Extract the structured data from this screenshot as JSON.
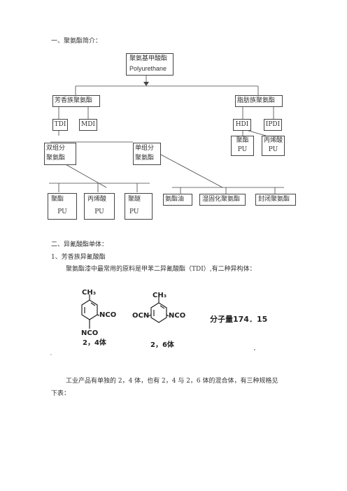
{
  "section1": {
    "heading": "一、聚氨酯简介："
  },
  "diagram": {
    "root": {
      "zh": "聚氨基甲酸酯",
      "en": "Polyurethane"
    },
    "aromatic": "芳香族聚氨酯",
    "aliphatic": "脂肪族聚氨酯",
    "tdi": "TDI",
    "mdi": "MDI",
    "hdi": "HDI",
    "ipdi": "IPDI",
    "two_component": {
      "line1": "双组分",
      "line2": "聚氨酯"
    },
    "one_component": {
      "line1": "单组分",
      "line2": "聚氨酯"
    },
    "hdi_poly": {
      "line1": "聚酯",
      "line2": "PU"
    },
    "hdi_acrylic": {
      "line1": "丙烯酸",
      "line2": "PU"
    },
    "leaf_polyester": {
      "line1": "聚酯",
      "line2": "PU"
    },
    "leaf_acrylic": {
      "line1": "丙烯酸",
      "line2": "PU"
    },
    "leaf_polyether": {
      "line1": "聚醚",
      "line2": "PU"
    },
    "leaf_oil": "氨酯油",
    "leaf_moisture": "湿固化聚氨酯",
    "leaf_blocked": "封闭聚氨酯"
  },
  "section2": {
    "heading": "二、异氰酸酯单体：",
    "sub1": "1、芳香族异氰酸酯",
    "para1": "聚氨酯漆中最常用的原料是甲苯二异氰酸酯（TDI）,有二种异构体：",
    "para2": "工业产品有单独的 2，4 体，也有 2，4 与 2，6 体的混合体，有三种规格见",
    "para3": "下表："
  },
  "chem": {
    "left_top": "CH₃",
    "left_right": "NCO",
    "left_bottom": "NCO",
    "left_caption": "2，4体",
    "mid_top": "CH₃",
    "mid_left": "OCN",
    "mid_right": "NCO",
    "mid_caption": "2，6体",
    "mw": "分子量174．15"
  }
}
